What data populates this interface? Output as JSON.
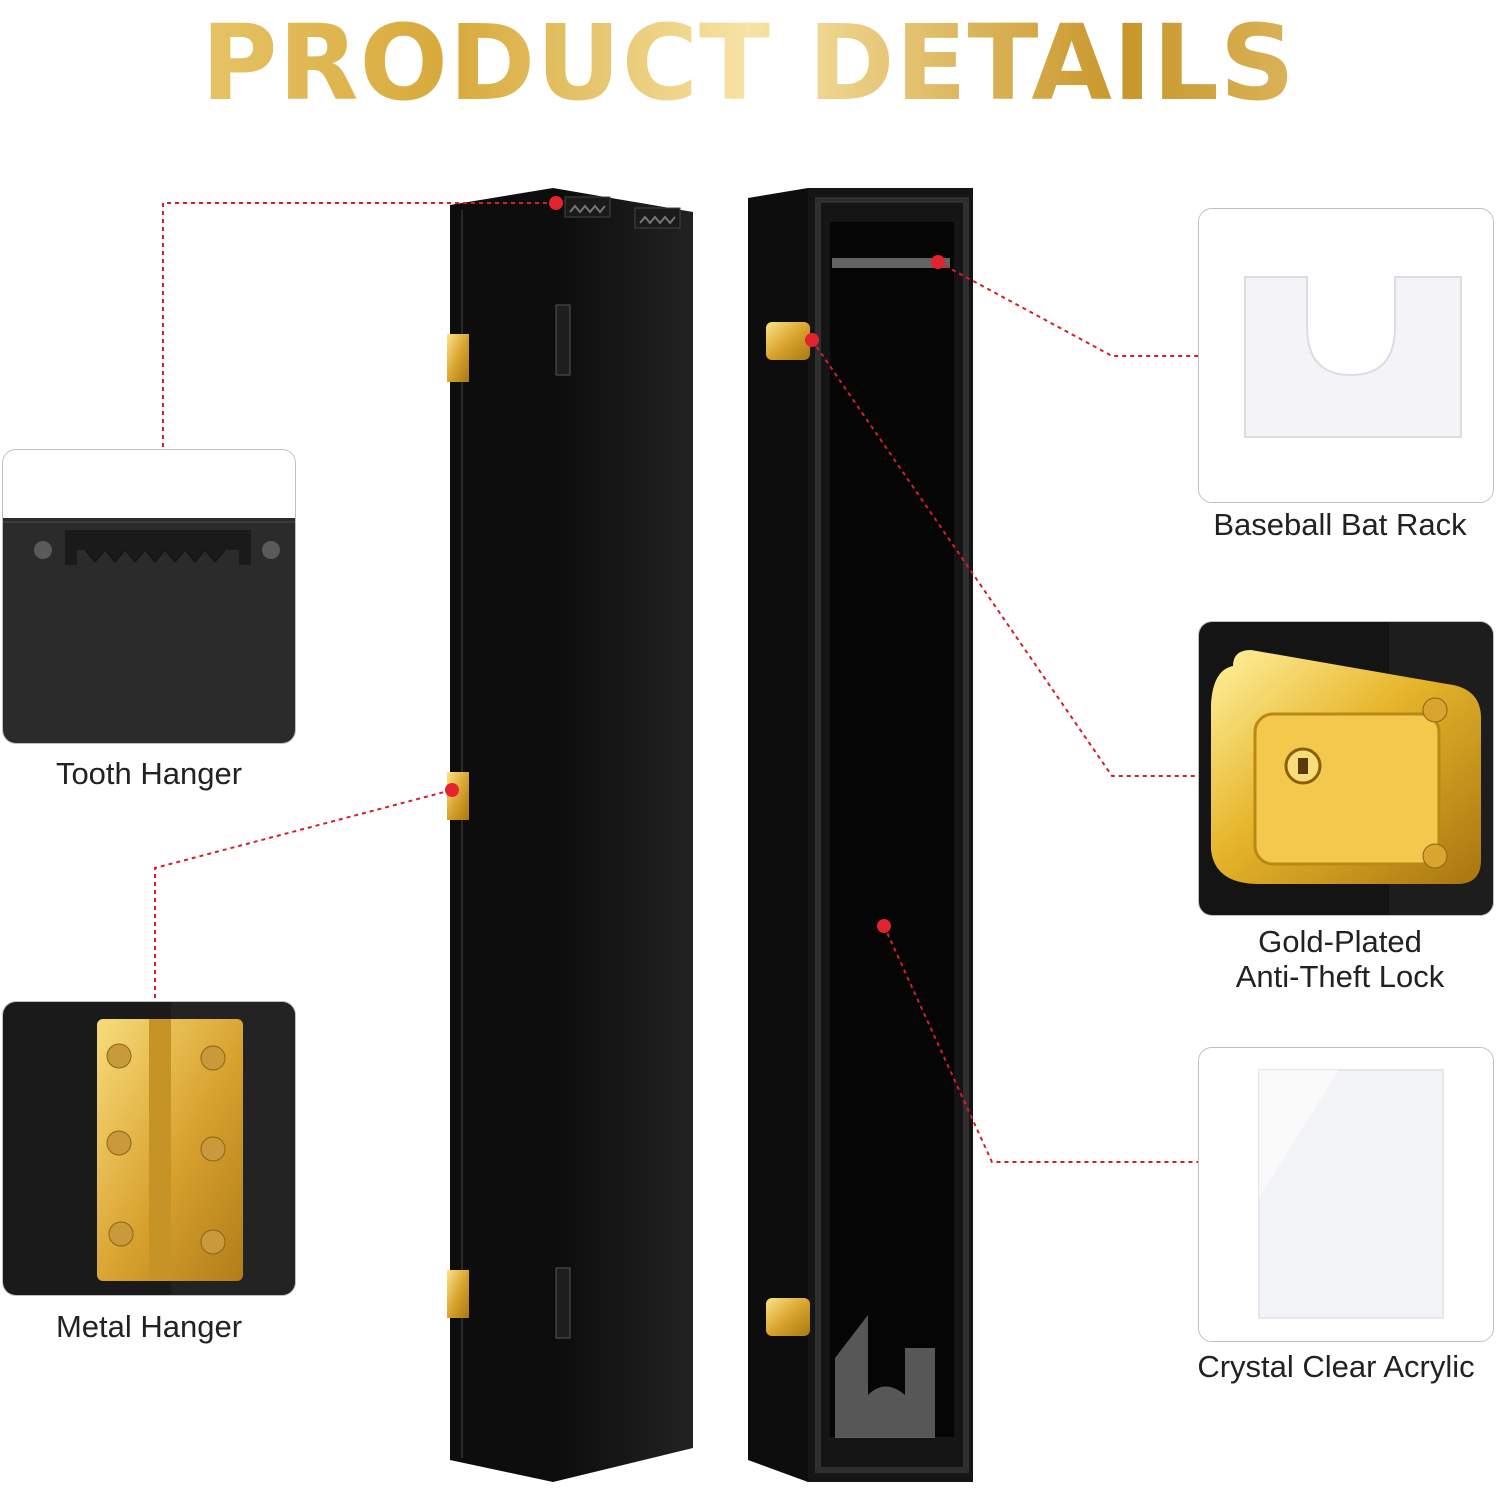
{
  "header": {
    "title": "PRODUCT DETAILS"
  },
  "features": {
    "tooth_hanger": "Tooth Hanger",
    "metal_hanger": "Metal Hanger",
    "bat_rack": "Baseball Bat Rack",
    "lock_line1": "Gold-Plated",
    "lock_line2": "Anti-Theft Lock",
    "acrylic": "Crystal Clear Acrylic"
  },
  "colors": {
    "gold": "#d9a93a",
    "case_black": "#151515",
    "callout_red": "#d0202a"
  }
}
